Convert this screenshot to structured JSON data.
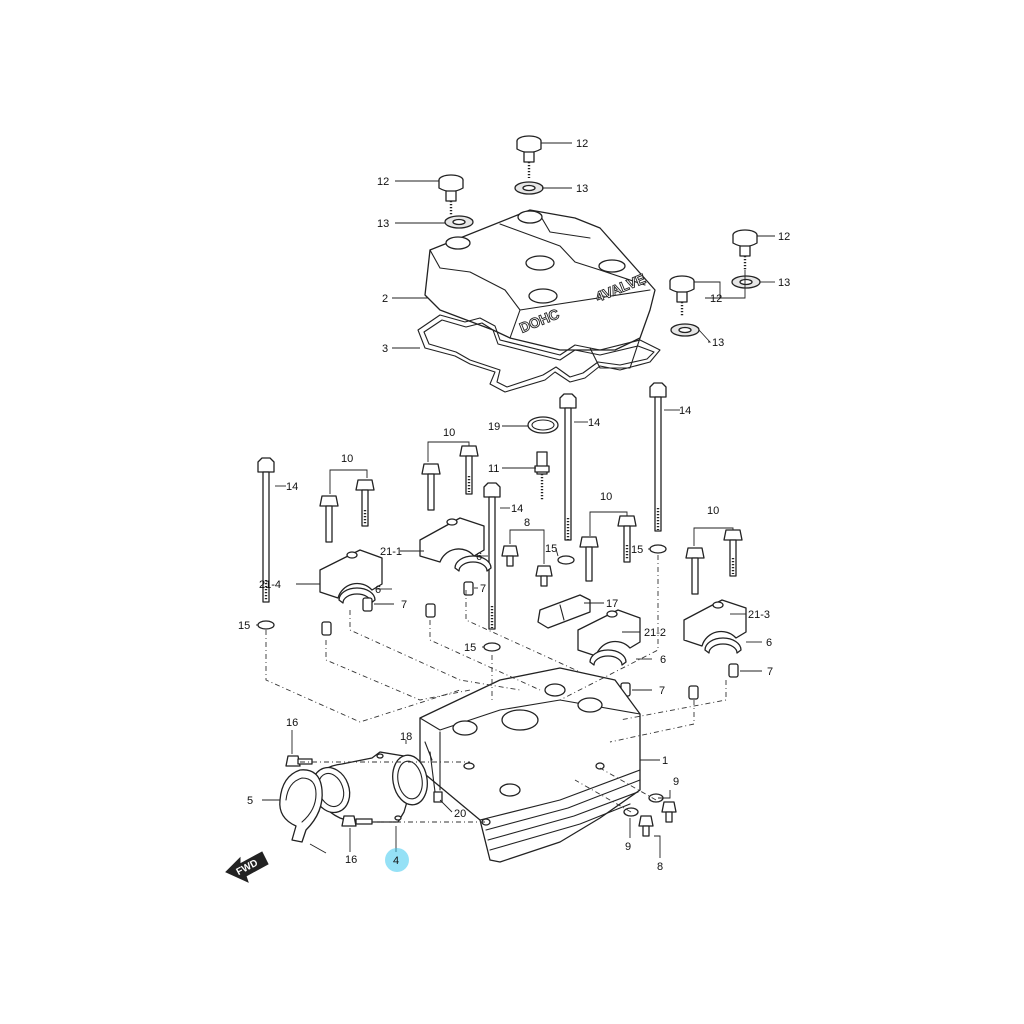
{
  "diagram": {
    "cover_markings": [
      "DOHC",
      "4VALVE"
    ],
    "fwd_label": "FWD",
    "highlight_color": "#3ec9ef",
    "callouts": {
      "c12a": "12",
      "c12b": "12",
      "c12c": "12",
      "c12d": "12",
      "c13a": "13",
      "c13b": "13",
      "c13c": "13",
      "c13d": "13",
      "c2": "2",
      "c3": "3",
      "c19": "19",
      "c14a": "14",
      "c14b": "14",
      "c14c": "14",
      "c14d": "14",
      "c10a": "10",
      "c10b": "10",
      "c10c": "10",
      "c10d": "10",
      "c11": "11",
      "c8a": "8",
      "c8b": "8",
      "c21_1": "21-1",
      "c21_4": "21-4",
      "c21_2": "21-2",
      "c21_3": "21-3",
      "c6a": "6",
      "c6b": "6",
      "c6c": "6",
      "c6d": "6",
      "c7a": "7",
      "c7b": "7",
      "c7c": "7",
      "c7d": "7",
      "c15a": "15",
      "c15b": "15",
      "c15c": "15",
      "c15d": "15",
      "c17": "17",
      "c1": "1",
      "c18": "18",
      "c20": "20",
      "c16a": "16",
      "c16b": "16",
      "c5": "5",
      "c4": "4",
      "c9a": "9",
      "c9b": "9"
    }
  }
}
